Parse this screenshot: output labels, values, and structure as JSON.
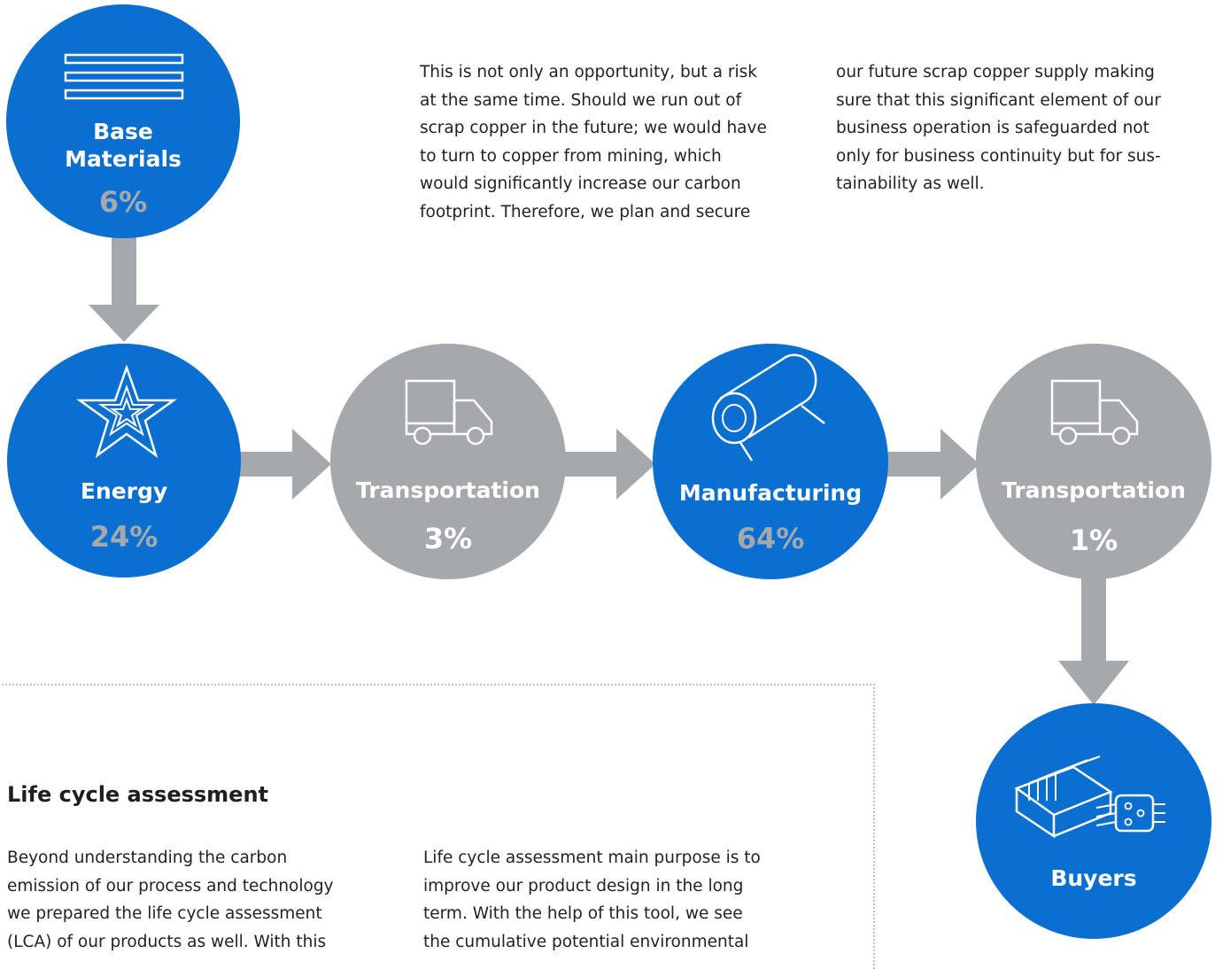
{
  "nodes": {
    "base_materials": {
      "label": "Base\nMaterials",
      "percent": "6%"
    },
    "energy": {
      "label": "Energy",
      "percent": "24%"
    },
    "transport_1": {
      "label": "Transportation",
      "percent": "3%"
    },
    "manufacturing": {
      "label": "Manufacturing",
      "percent": "64%"
    },
    "transport_2": {
      "label": "Transportation",
      "percent": "1%"
    },
    "buyers": {
      "label": "Buyers"
    }
  },
  "top_text": {
    "col1": "This is not only an opportunity, but a risk\nat the same time. Should we run out of\nscrap copper in the future; we would have\nto turn to copper from mining, which\nwould significantly increase our carbon\nfootprint. Therefore, we plan and secure",
    "col2": "our future scrap copper supply making\nsure that this significant element of our\nbusiness operation is safeguarded not\nonly for business continuity but for sus-\ntainability as well."
  },
  "lca": {
    "title": "Life cycle assessment",
    "col1": "Beyond understanding the carbon\nemission of our process and technology\nwe prepared the life cycle assessment\n(LCA) of our products as well. With this",
    "col2": "Life cycle assessment main purpose is to\nimprove our product design in the long\nterm. With the help of this tool, we see\nthe cumulative potential environmental"
  },
  "colors": {
    "blue": "#0a6fd1",
    "grey": "#a5a9ab"
  },
  "icons": {
    "base_materials": "stacked-bars-icon",
    "energy": "star-icon",
    "transport_1": "truck-icon",
    "manufacturing": "roll-icon",
    "transport_2": "truck-icon",
    "buyers": "server-chip-icon"
  }
}
